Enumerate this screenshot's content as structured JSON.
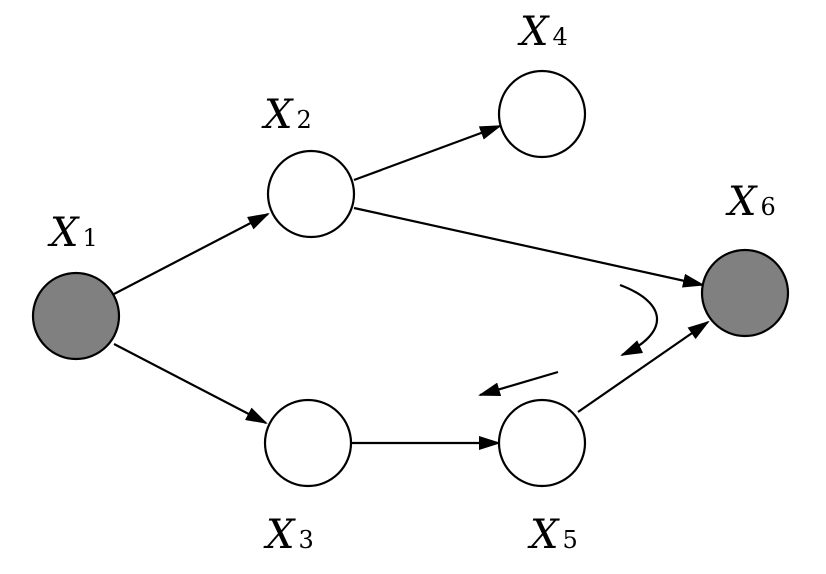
{
  "nodes": [
    {
      "id": "x1",
      "label": "X",
      "subscript": "1",
      "observed": true
    },
    {
      "id": "x2",
      "label": "X",
      "subscript": "2",
      "observed": false
    },
    {
      "id": "x3",
      "label": "X",
      "subscript": "3",
      "observed": false
    },
    {
      "id": "x4",
      "label": "X",
      "subscript": "4",
      "observed": false
    },
    {
      "id": "x5",
      "label": "X",
      "subscript": "5",
      "observed": false
    },
    {
      "id": "x6",
      "label": "X",
      "subscript": "6",
      "observed": true
    }
  ],
  "edges": [
    {
      "from": "x1",
      "to": "x2"
    },
    {
      "from": "x1",
      "to": "x3"
    },
    {
      "from": "x2",
      "to": "x4"
    },
    {
      "from": "x2",
      "to": "x6"
    },
    {
      "from": "x3",
      "to": "x5"
    },
    {
      "from": "x5",
      "to": "x6"
    }
  ],
  "colors": {
    "observed_fill": "#808080",
    "hidden_fill": "#ffffff",
    "stroke": "#000000"
  }
}
